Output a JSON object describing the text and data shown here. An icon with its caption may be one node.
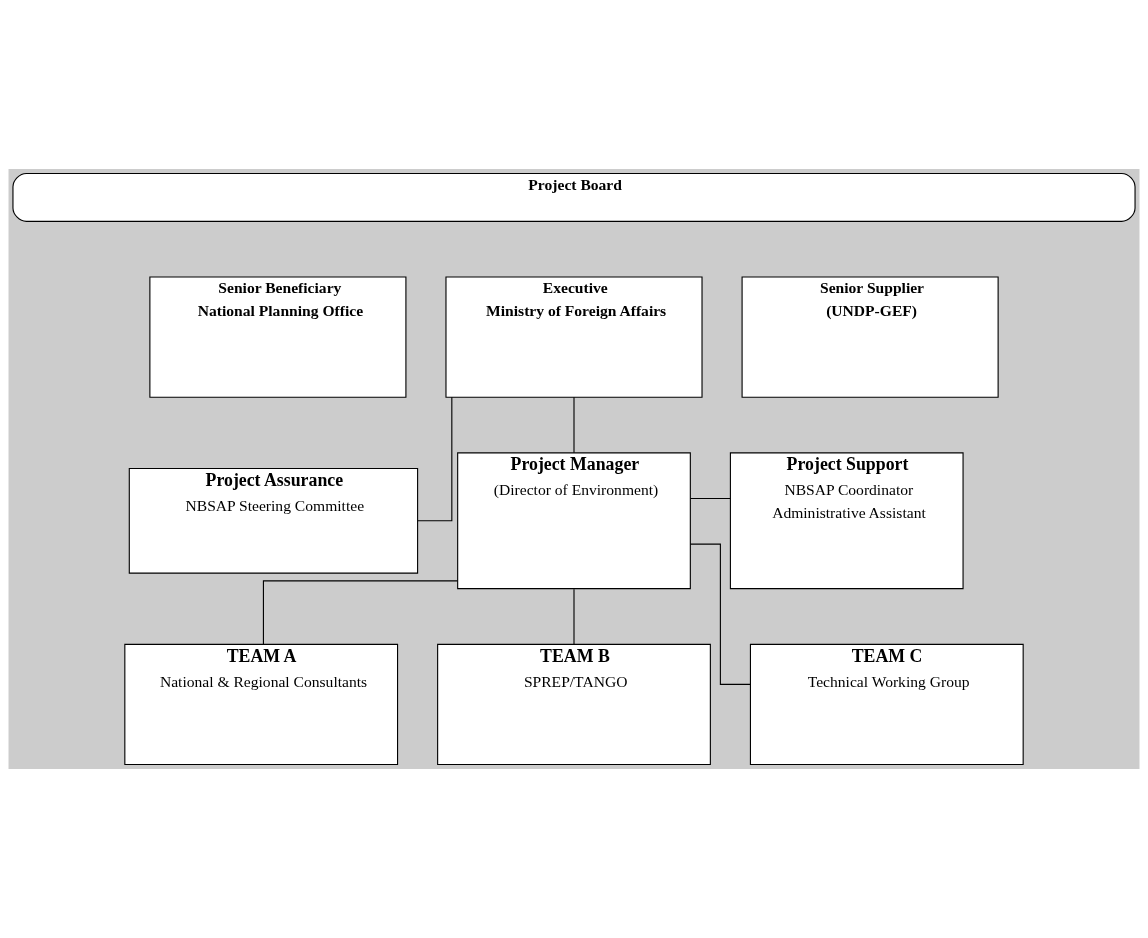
{
  "diagram": {
    "nodes": [
      {
        "text": [
          "Project Board"
        ]
      },
      {
        "text": [
          "Senior Beneficiary",
          "National Planning Office"
        ]
      },
      {
        "text": [
          "Executive",
          "Ministry of Foreign Affairs"
        ]
      },
      {
        "text": [
          "Senior Supplier",
          "(UNDP-GEF)"
        ]
      },
      {
        "text": [
          "Project Assurance",
          "NBSAP Steering Committee"
        ]
      },
      {
        "text": [
          "Project Manager",
          "(Director of Environment)"
        ]
      },
      {
        "text": [
          "Project Support",
          "NBSAP Coordinator",
          "Administrative Assistant"
        ]
      },
      {
        "text": [
          "TEAM A",
          "National & Regional Consultants"
        ]
      },
      {
        "text": [
          "TEAM B",
          "SPREP/TANGO"
        ]
      },
      {
        "text": [
          "TEAM C",
          "Technical Working Group"
        ]
      }
    ],
    "edges": [
      {
        "from": 2,
        "to": 4,
        "arrow": "none"
      },
      {
        "from": 2,
        "to": 5,
        "arrow": "none"
      },
      {
        "from": 5,
        "to": 6,
        "arrow": "none"
      },
      {
        "from": 5,
        "to": 7,
        "arrow": "none"
      },
      {
        "from": 5,
        "to": 8,
        "arrow": "none"
      },
      {
        "from": 5,
        "to": 9,
        "arrow": "none"
      }
    ]
  }
}
